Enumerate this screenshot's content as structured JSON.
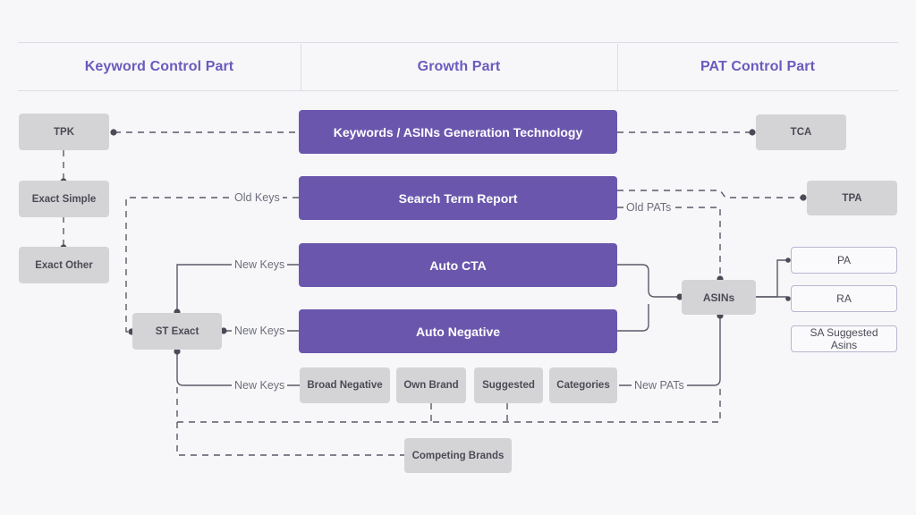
{
  "header": {
    "columns": [
      {
        "label": "Keyword Control Part"
      },
      {
        "label": "Growth Part"
      },
      {
        "label": "PAT Control Part"
      }
    ],
    "accent_color": "#6b5bbd"
  },
  "nodes": {
    "tpk": {
      "label": "TPK",
      "style": "grey"
    },
    "exact_simple": {
      "label": "Exact Simple",
      "style": "grey"
    },
    "exact_other": {
      "label": "Exact Other",
      "style": "grey"
    },
    "st_exact": {
      "label": "ST Exact",
      "style": "grey"
    },
    "keywords_gen": {
      "label": "Keywords / ASINs Generation Technology",
      "style": "purple"
    },
    "search_term_report": {
      "label": "Search Term Report",
      "style": "purple"
    },
    "auto_cta": {
      "label": "Auto CTA",
      "style": "purple"
    },
    "auto_negative": {
      "label": "Auto Negative",
      "style": "purple"
    },
    "broad_negative": {
      "label": "Broad Negative",
      "style": "grey"
    },
    "own_brand": {
      "label": "Own Brand",
      "style": "grey"
    },
    "suggested": {
      "label": "Suggested",
      "style": "grey"
    },
    "categories": {
      "label": "Categories",
      "style": "grey"
    },
    "competing_brands": {
      "label": "Competing Brands",
      "style": "grey"
    },
    "tca": {
      "label": "TCA",
      "style": "grey"
    },
    "tpa": {
      "label": "TPA",
      "style": "grey"
    },
    "asins": {
      "label": "ASINs",
      "style": "grey"
    },
    "pa": {
      "label": "PA",
      "style": "outline"
    },
    "ra": {
      "label": "RA",
      "style": "outline"
    },
    "sa": {
      "label": "SA Suggested Asins",
      "style": "outline"
    }
  },
  "edge_labels": {
    "old_keys": "Old Keys",
    "old_pats": "Old PATs",
    "new_keys_cta": "New Keys",
    "new_keys_neg": "New Keys",
    "new_keys_broad": "New Keys",
    "new_pats": "New PATs"
  },
  "colors": {
    "background": "#f7f7f9",
    "grey_node": "#d4d4d6",
    "purple_node": "#6a57ad",
    "line": "#595a68",
    "title": "#6b5bbd"
  }
}
